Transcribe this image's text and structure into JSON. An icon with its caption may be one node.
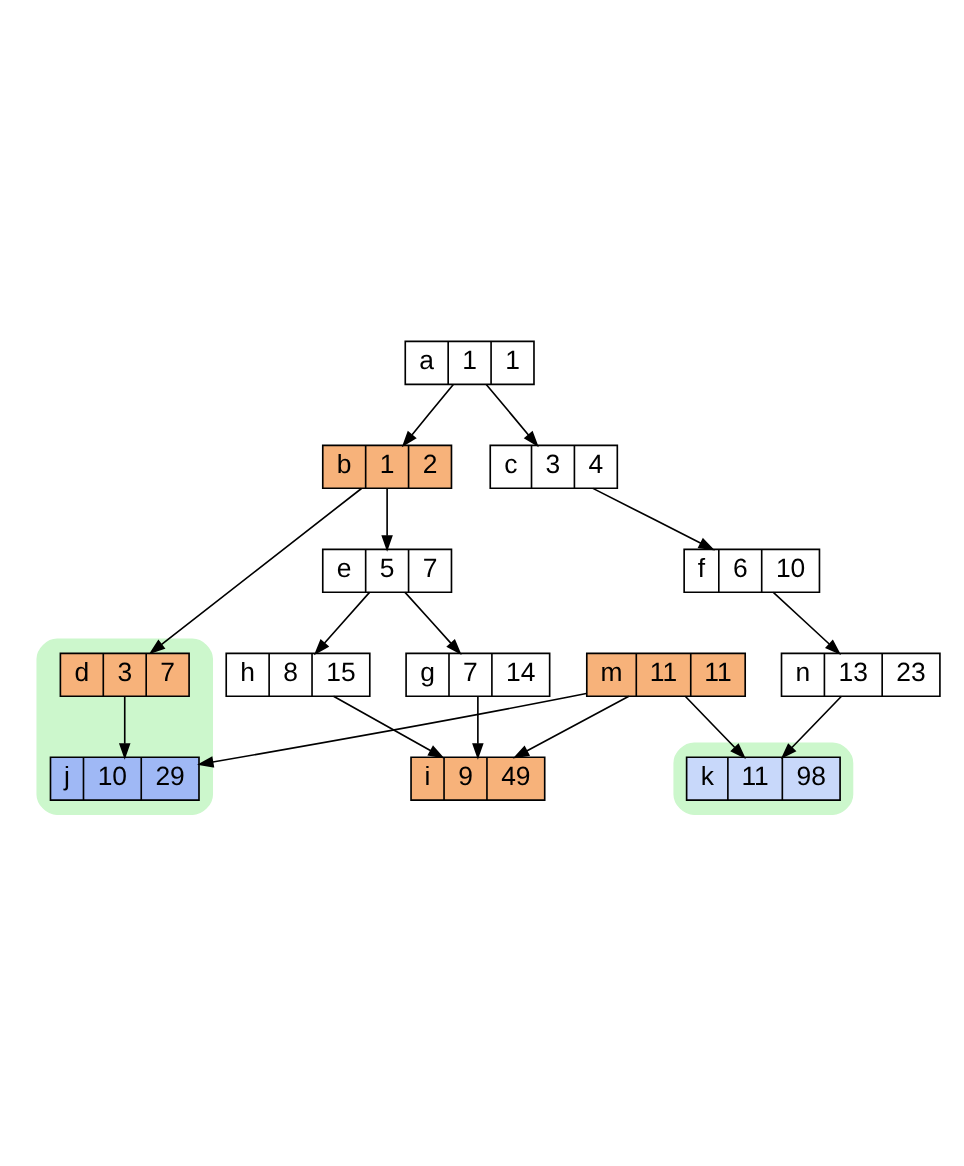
{
  "diagram": {
    "nodes": [
      {
        "text": [
          "a",
          "1",
          "1"
        ]
      },
      {
        "text": [
          "b",
          "1",
          "2"
        ]
      },
      {
        "text": [
          "c",
          "3",
          "4"
        ]
      },
      {
        "text": [],
        "shape": "cloud"
      },
      {
        "text": [
          "d",
          "3",
          "7"
        ],
        "in": 3
      },
      {
        "text": [
          "e",
          "5",
          "7"
        ]
      },
      {
        "text": [
          "f",
          "6",
          "10"
        ]
      },
      {
        "text": [
          "j",
          "10",
          "29"
        ],
        "in": 3
      },
      {
        "text": [
          "g",
          "7",
          "14"
        ]
      },
      {
        "text": [
          "h",
          "8",
          "15"
        ]
      },
      {
        "text": [
          "n",
          "13",
          "23"
        ]
      },
      {
        "text": [
          "m",
          "11",
          "11"
        ]
      },
      {
        "text": [
          "i",
          "9",
          "49"
        ]
      },
      {
        "text": [],
        "shape": "cloud"
      },
      {
        "text": [
          "k",
          "11",
          "98"
        ],
        "in": 13
      }
    ],
    "edges": [
      {
        "from": 0,
        "to": 1,
        "arrow": "to"
      },
      {
        "from": 0,
        "to": 2,
        "arrow": "to"
      },
      {
        "from": 1,
        "to": 4,
        "arrow": "to"
      },
      {
        "from": 1,
        "to": 5,
        "arrow": "to"
      },
      {
        "from": 2,
        "to": 6,
        "arrow": "to"
      },
      {
        "from": 4,
        "to": 7,
        "arrow": "to"
      },
      {
        "from": 5,
        "to": 8,
        "arrow": "to"
      },
      {
        "from": 5,
        "to": 9,
        "arrow": "to"
      },
      {
        "from": 6,
        "to": 10,
        "arrow": "to"
      },
      {
        "from": 8,
        "to": 12,
        "arrow": "to"
      },
      {
        "from": 9,
        "to": 12,
        "arrow": "to"
      },
      {
        "from": 11,
        "to": 7,
        "arrow": "to"
      },
      {
        "from": 11,
        "to": 12,
        "arrow": "to"
      },
      {
        "from": 11,
        "to": 14,
        "arrow": "to"
      },
      {
        "from": 10,
        "to": 14,
        "arrow": "to"
      }
    ]
  }
}
